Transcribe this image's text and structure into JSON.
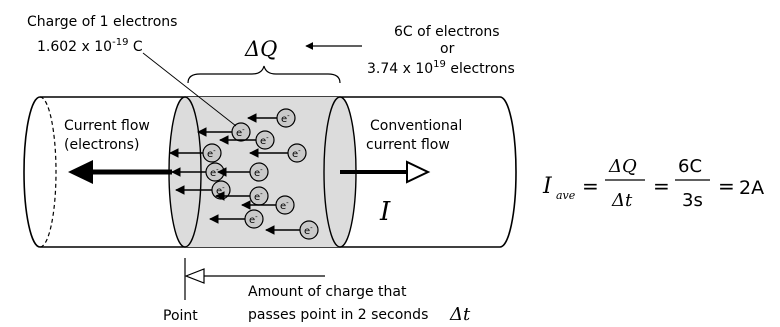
{
  "labels": {
    "charge_one": "Charge of 1 electrons",
    "charge_value_base": "1.602 x 10",
    "charge_value_exp": "-19",
    "charge_value_unit": " C",
    "delta_q": "ΔQ",
    "six_c": "6C of electrons",
    "or": "or",
    "electrons_count_base": "3.74 x 10",
    "electrons_count_exp": "19",
    "electrons_count_unit": " electrons",
    "current_flow_line1": "Current flow",
    "current_flow_line2": "(electrons)",
    "conventional_line1": "Conventional",
    "conventional_line2": "current flow",
    "current_symbol": "I",
    "point": "Point",
    "amount_line1": "Amount of charge that",
    "amount_line2": "passes point in 2 seconds",
    "delta_t": "Δt",
    "electron": "e",
    "electron_sup": "-"
  },
  "equation": {
    "lhs_symbol": "I",
    "lhs_sub": "ave",
    "eq1": "=",
    "frac1_num": "ΔQ",
    "frac1_den": "Δt",
    "eq2": "=",
    "frac2_num": "6C",
    "frac2_den": "3s",
    "eq3": "=",
    "result": "2A"
  },
  "colors": {
    "segment_fill": "#dcdcdc",
    "electron_fill": "#c9c9c9",
    "line": "#000000"
  }
}
